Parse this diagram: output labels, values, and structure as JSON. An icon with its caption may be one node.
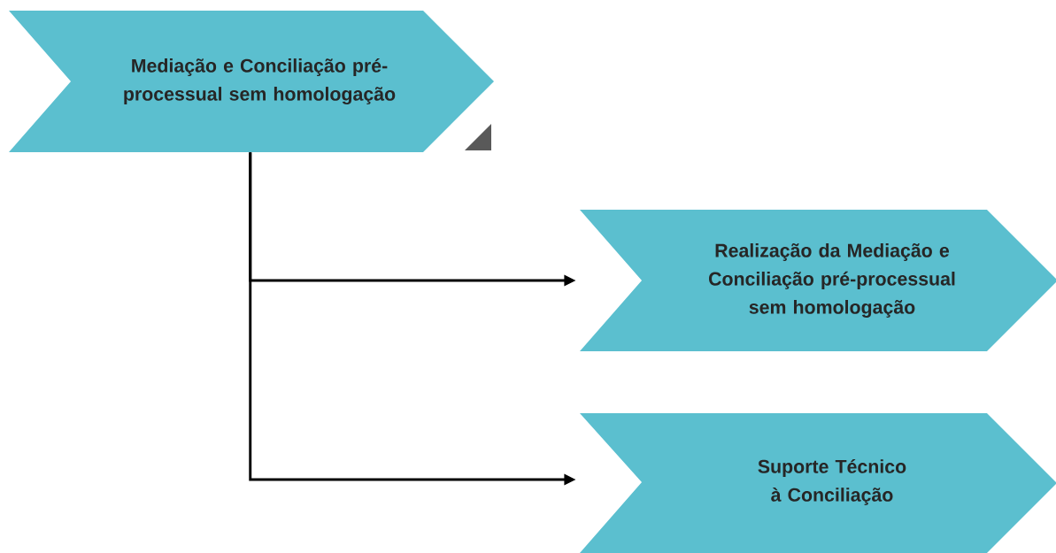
{
  "diagram": {
    "nodes": [
      {
        "text": [
          "Mediação e Conciliação pré-processual sem homologação"
        ]
      },
      {
        "text": [
          "Realização da Mediação e Conciliação pré-processual sem homologação"
        ]
      },
      {
        "text": [
          "Suporte Técnico à Conciliação"
        ]
      }
    ],
    "edges": [
      {
        "from": 0,
        "to": 1,
        "arrow": "to"
      },
      {
        "from": 0,
        "to": 2,
        "arrow": "to"
      }
    ]
  }
}
